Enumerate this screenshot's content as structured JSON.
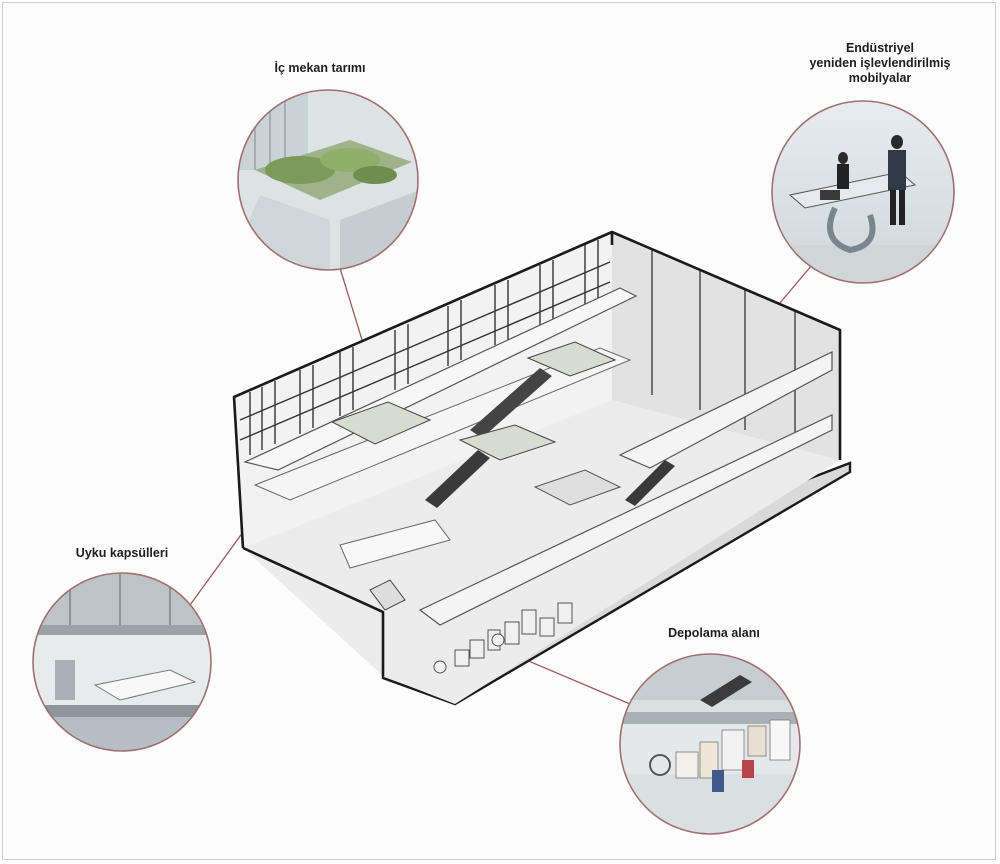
{
  "callouts": {
    "indoor_farming": {
      "label": "İç mekan tarımı"
    },
    "industrial_furniture": {
      "label_lines": [
        "Endüstriyel",
        "yeniden işlevlendirilmiş",
        "mobilyalar"
      ]
    },
    "sleep_capsules": {
      "label": "Uyku kapsülleri"
    },
    "storage_area": {
      "label": "Depolama alanı"
    }
  },
  "colors": {
    "leader_line": "#9a5a5a",
    "circle_border": "#a07070",
    "building_outline": "#1a1a1a",
    "interior_fill": "#ececec",
    "greenery": "#8fae6a"
  }
}
